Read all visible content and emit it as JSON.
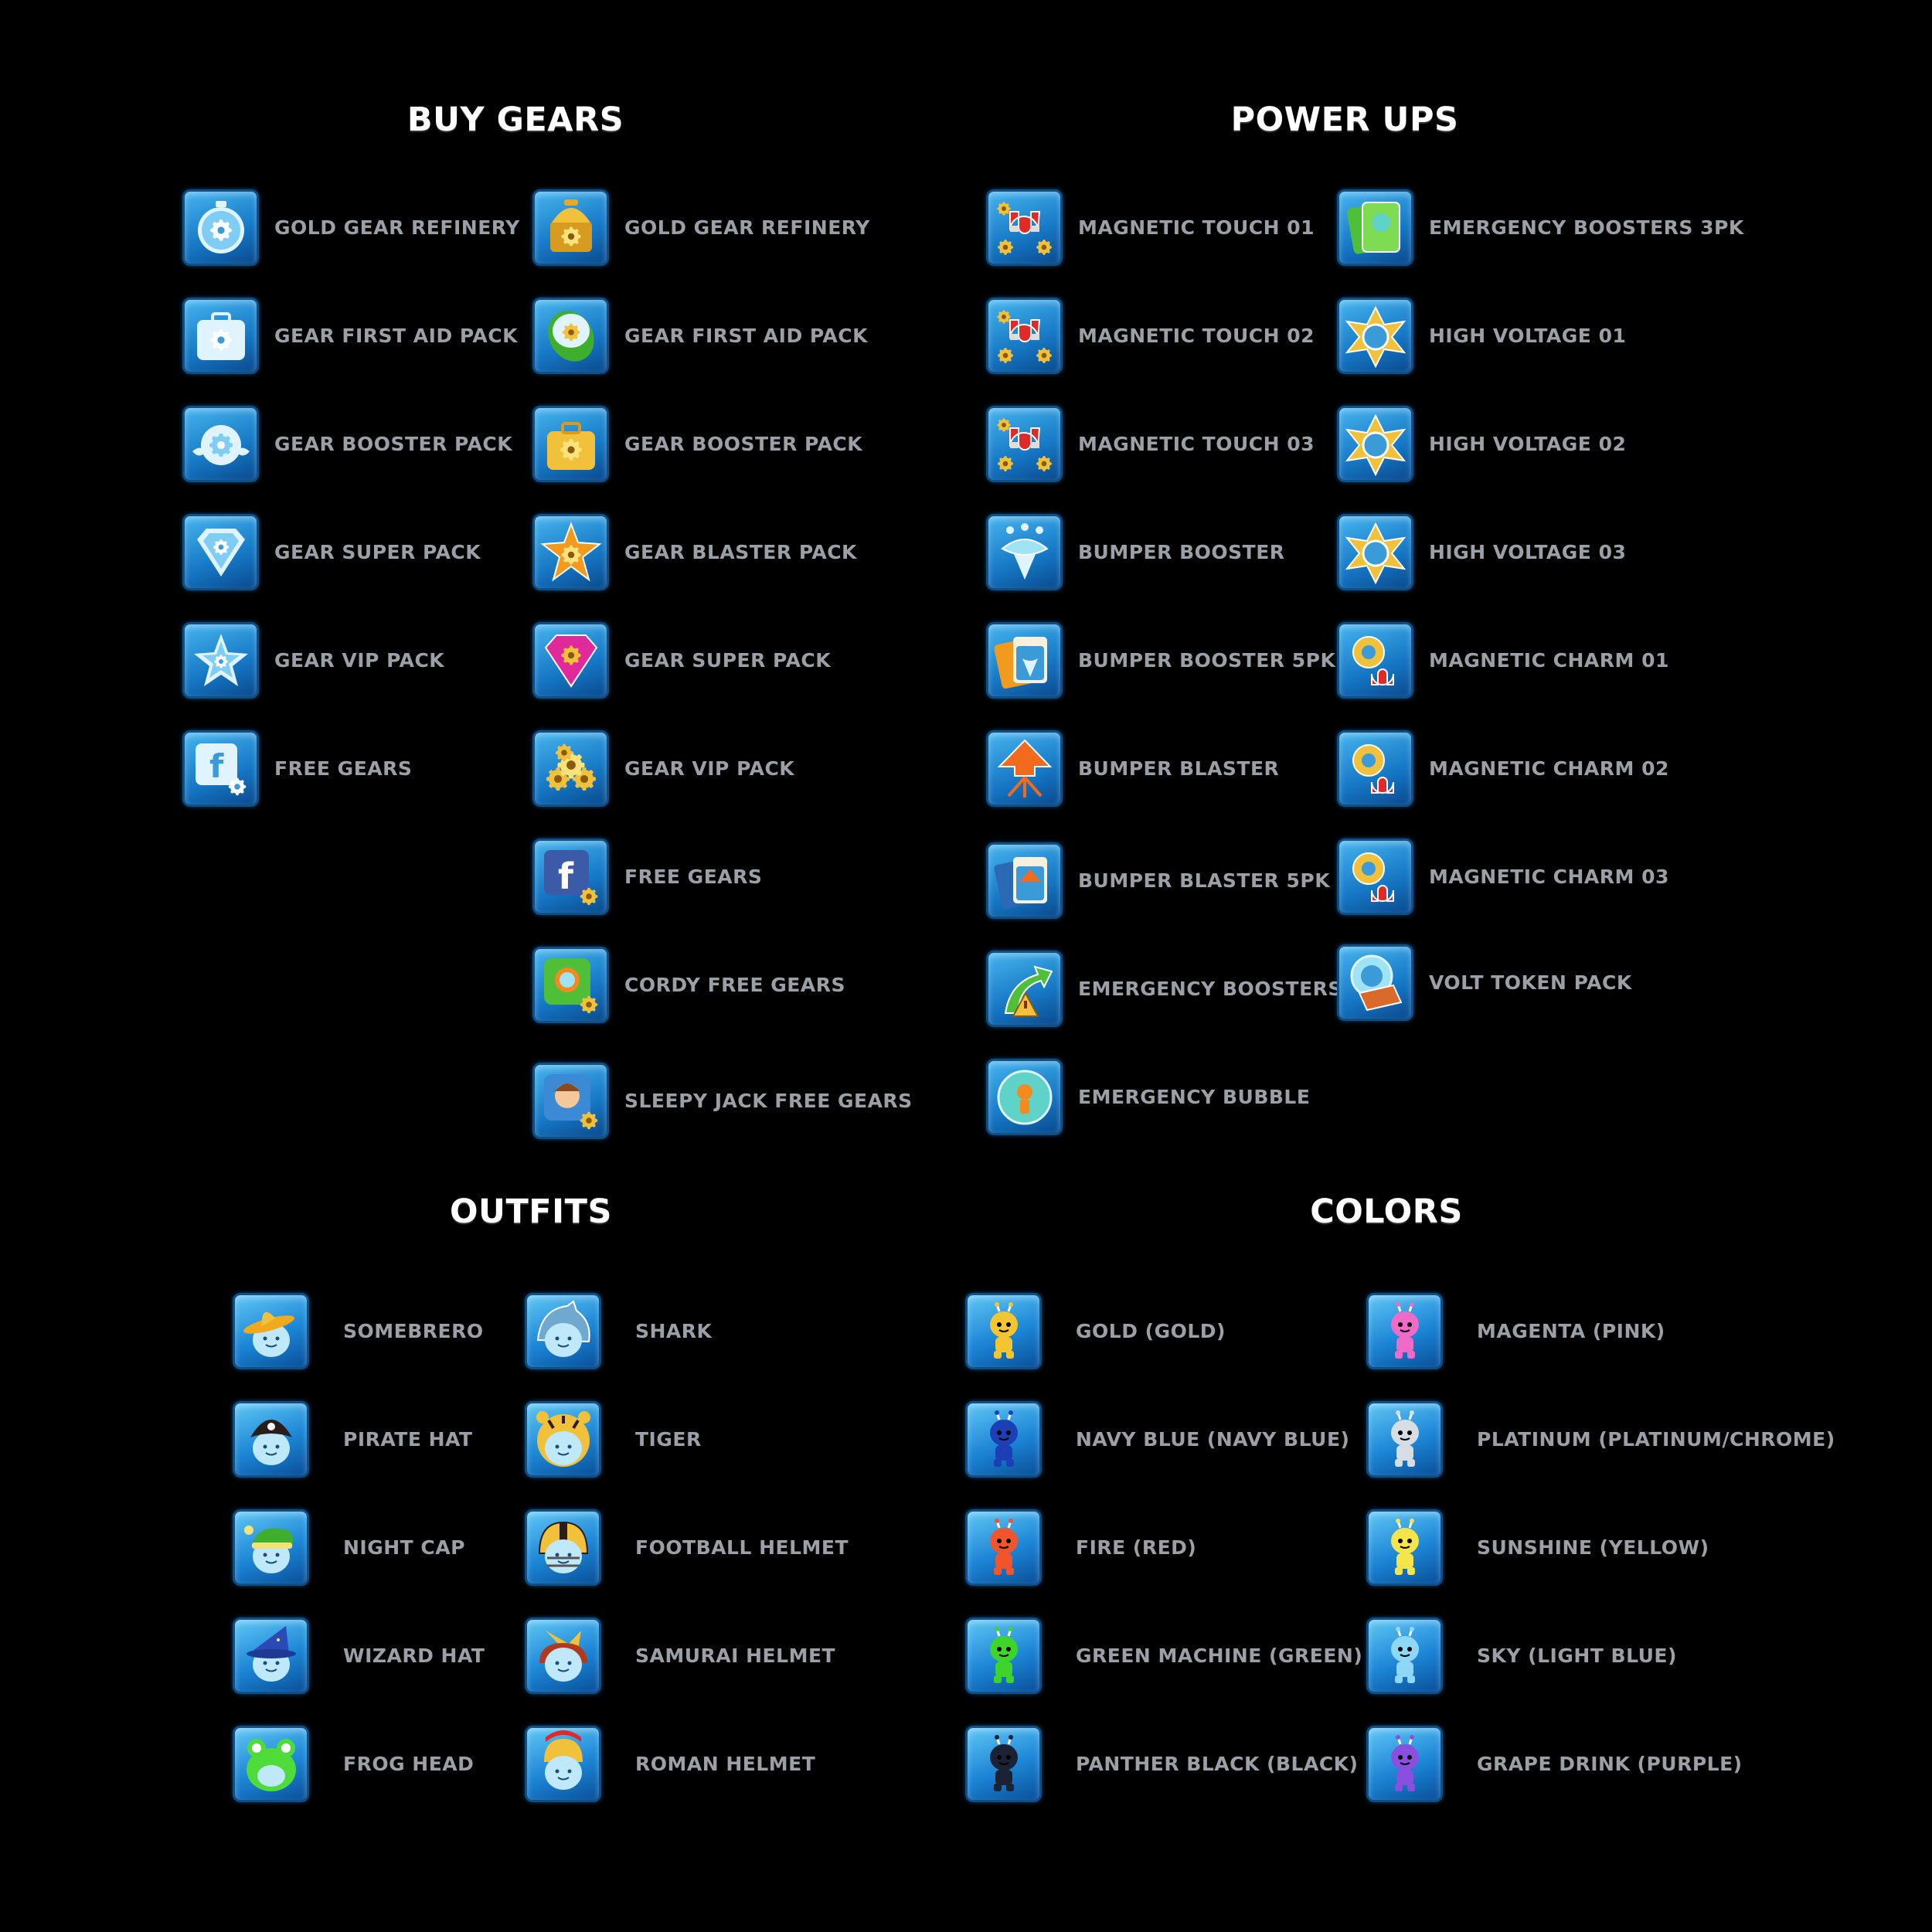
{
  "sections": {
    "buy_gears": {
      "title": "BUY GEARS",
      "left": [
        {
          "label": "GOLD GEAR REFINERY",
          "icon": "gear-clock-icon"
        },
        {
          "label": "GEAR FIRST AID PACK",
          "icon": "gear-medkit-icon"
        },
        {
          "label": "GEAR BOOSTER PACK",
          "icon": "winged-gear-icon"
        },
        {
          "label": "GEAR SUPER PACK",
          "icon": "diamond-gear-icon"
        },
        {
          "label": "GEAR VIP PACK",
          "icon": "star-gear-icon"
        },
        {
          "label": "FREE GEARS",
          "icon": "facebook-gear-icon"
        }
      ],
      "right": [
        {
          "label": "GOLD GEAR REFINERY",
          "icon": "gold-refinery-icon"
        },
        {
          "label": "GEAR FIRST AID PACK",
          "icon": "gear-capsule-icon"
        },
        {
          "label": "GEAR BOOSTER PACK",
          "icon": "gear-lunchbox-icon"
        },
        {
          "label": "GEAR BLASTER PACK",
          "icon": "gear-star-burst-icon"
        },
        {
          "label": "GEAR SUPER PACK",
          "icon": "pink-diamond-gear-icon"
        },
        {
          "label": "GEAR VIP PACK",
          "icon": "gold-gear-pile-icon"
        },
        {
          "label": "FREE GEARS",
          "icon": "facebook-logo-gear-icon"
        },
        {
          "label": "CORDY FREE GEARS",
          "icon": "cordy-gear-icon"
        },
        {
          "label": "SLEEPY JACK FREE GEARS",
          "icon": "sleepy-jack-gear-icon"
        }
      ]
    },
    "power_ups": {
      "title": "POWER UPS",
      "left": [
        {
          "label": "MAGNETIC TOUCH 01",
          "icon": "magnet-gears-icon"
        },
        {
          "label": "MAGNETIC TOUCH 02",
          "icon": "magnet-gears-icon"
        },
        {
          "label": "MAGNETIC TOUCH 03",
          "icon": "magnet-gears-icon"
        },
        {
          "label": "BUMPER BOOSTER",
          "icon": "bumper-booster-icon"
        },
        {
          "label": "BUMPER BOOSTER 5PK",
          "icon": "bumper-booster-cards-icon"
        },
        {
          "label": "BUMPER BLASTER",
          "icon": "bumper-blaster-icon"
        },
        {
          "label": "BUMPER BLASTER  5PK",
          "icon": "bumper-blaster-cards-icon"
        },
        {
          "label": "EMERGENCY BOOSTERS",
          "icon": "emergency-arrow-icon"
        },
        {
          "label": "EMERGENCY BUBBLE",
          "icon": "emergency-bubble-icon"
        }
      ],
      "right": [
        {
          "label": "EMERGENCY BOOSTERS 3PK",
          "icon": "emergency-cards-icon"
        },
        {
          "label": "HIGH VOLTAGE 01",
          "icon": "high-voltage-icon"
        },
        {
          "label": "HIGH VOLTAGE 02",
          "icon": "high-voltage-icon"
        },
        {
          "label": "HIGH VOLTAGE 03",
          "icon": "high-voltage-icon"
        },
        {
          "label": "MAGNETIC CHARM 01",
          "icon": "magnetic-charm-icon"
        },
        {
          "label": "MAGNETIC CHARM 02",
          "icon": "magnetic-charm-icon"
        },
        {
          "label": "MAGNETIC CHARM 03",
          "icon": "magnetic-charm-icon"
        },
        {
          "label": "VOLT TOKEN PACK",
          "icon": "volt-token-chest-icon"
        }
      ]
    },
    "outfits": {
      "title": "OUTFITS",
      "left": [
        {
          "label": "SOMEBRERO",
          "icon": "sombrero-icon"
        },
        {
          "label": "PIRATE HAT",
          "icon": "pirate-hat-icon"
        },
        {
          "label": "NIGHT CAP",
          "icon": "night-cap-icon"
        },
        {
          "label": "WIZARD HAT",
          "icon": "wizard-hat-icon"
        },
        {
          "label": "FROG HEAD",
          "icon": "frog-head-icon"
        }
      ],
      "right": [
        {
          "label": "SHARK",
          "icon": "shark-icon"
        },
        {
          "label": "TIGER",
          "icon": "tiger-icon"
        },
        {
          "label": "FOOTBALL HELMET",
          "icon": "football-helmet-icon"
        },
        {
          "label": "SAMURAI HELMET",
          "icon": "samurai-helmet-icon"
        },
        {
          "label": "ROMAN HELMET",
          "icon": "roman-helmet-icon"
        }
      ]
    },
    "colors": {
      "title": "COLORS",
      "left": [
        {
          "label": "GOLD (GOLD)",
          "icon": "robot-gold-icon",
          "color": "#f4c531"
        },
        {
          "label": "NAVY BLUE (NAVY BLUE)",
          "icon": "robot-navy-icon",
          "color": "#1d3fb5"
        },
        {
          "label": "FIRE (RED)",
          "icon": "robot-red-icon",
          "color": "#f2542b"
        },
        {
          "label": "GREEN MACHINE (GREEN)",
          "icon": "robot-green-icon",
          "color": "#3fd42c"
        },
        {
          "label": "PANTHER BLACK (BLACK)",
          "icon": "robot-black-icon",
          "color": "#1b2233"
        }
      ],
      "right": [
        {
          "label": "MAGENTA (PINK)",
          "icon": "robot-pink-icon",
          "color": "#f06bc8"
        },
        {
          "label": "PLATINUM (PLATINUM/CHROME)",
          "icon": "robot-platinum-icon",
          "color": "#d7dde3"
        },
        {
          "label": "SUNSHINE (YELLOW)",
          "icon": "robot-yellow-icon",
          "color": "#f5e54b"
        },
        {
          "label": "SKY (LIGHT BLUE)",
          "icon": "robot-light-blue-icon",
          "color": "#8fd8f5"
        },
        {
          "label": "GRAPE DRINK (PURPLE)",
          "icon": "robot-purple-icon",
          "color": "#8b4fe0"
        }
      ]
    }
  }
}
